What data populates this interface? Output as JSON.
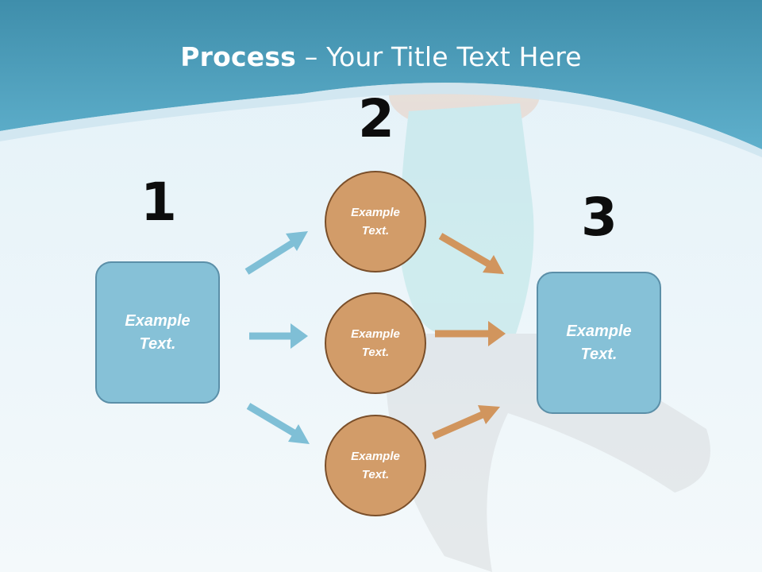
{
  "slide": {
    "title_bold": "Process",
    "title_rest": " – Your Title Text Here"
  },
  "steps": {
    "num1": "1",
    "num2": "2",
    "num3": "3"
  },
  "boxes": {
    "left_text": "Example\nText.",
    "right_text": "Example\nText."
  },
  "circles": [
    {
      "text": "Example\nText."
    },
    {
      "text": "Example\nText."
    },
    {
      "text": "Example\nText."
    }
  ],
  "colors": {
    "header": "#4e9dbb",
    "box_fill": "#86c1d7",
    "circle_fill": "#d29c69",
    "arrow_blue": "#7fbfd6",
    "arrow_orange": "#d1955d"
  }
}
